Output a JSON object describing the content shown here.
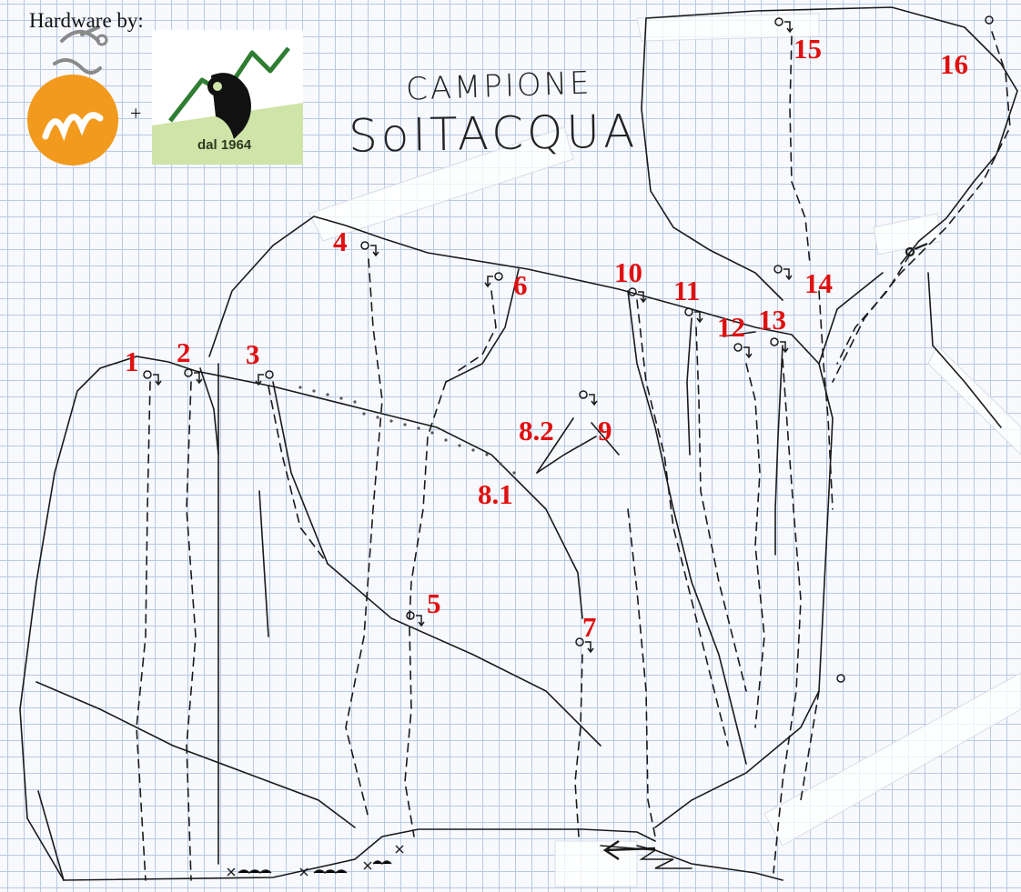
{
  "header": {
    "hardware_by": "Hardware by:",
    "plus": "+",
    "logo2_text": "dal 1964"
  },
  "title": {
    "line1": "CAMPIONE",
    "line2": "SoITACQUA"
  },
  "routes": [
    {
      "label": "1"
    },
    {
      "label": "2"
    },
    {
      "label": "3"
    },
    {
      "label": "4"
    },
    {
      "label": "5"
    },
    {
      "label": "6"
    },
    {
      "label": "7"
    },
    {
      "label": "8.1"
    },
    {
      "label": "8.2"
    },
    {
      "label": "9"
    },
    {
      "label": "10"
    },
    {
      "label": "11"
    },
    {
      "label": "12"
    },
    {
      "label": "13"
    },
    {
      "label": "14"
    },
    {
      "label": "15"
    },
    {
      "label": "16"
    }
  ],
  "colors": {
    "route_number": "#e01010",
    "ink": "#111111",
    "grid": "#b9c8e4",
    "logo_orange": "#f29a1e",
    "logo_green": "#cfe4a8"
  }
}
